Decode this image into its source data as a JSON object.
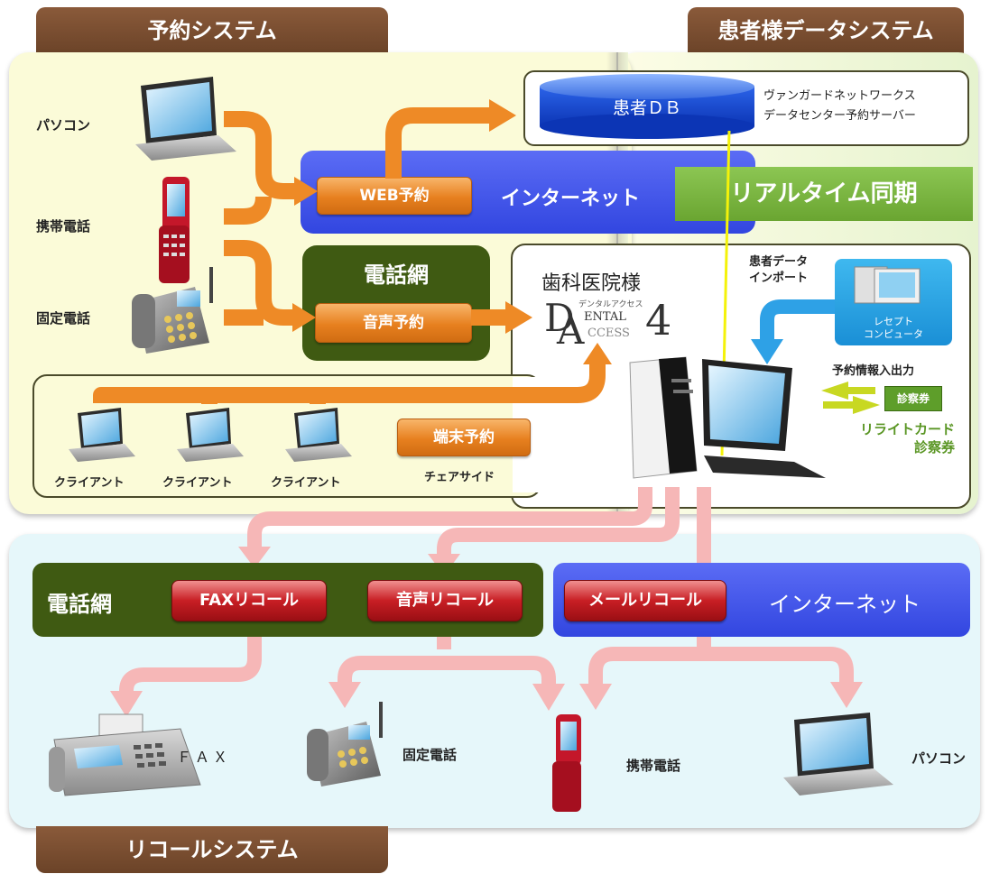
{
  "tabs": {
    "reservation": "予約システム",
    "patient_data": "患者様データシステム",
    "recall": "リコールシステム"
  },
  "devices_left": {
    "pc": "パソコン",
    "mobile": "携帯電話",
    "landline": "固定電話"
  },
  "server": {
    "db": "患者ＤＢ",
    "caption_line1": "ヴァンガードネットワークス",
    "caption_line2": "データセンター予約サーバー"
  },
  "internet_band": {
    "web_button": "WEB予約",
    "label": "インターネット",
    "sync": "リアルタイム同期"
  },
  "phone_net": {
    "label": "電話網",
    "voice_button": "音声予約"
  },
  "clinic": {
    "title": "歯科医院様",
    "logo_small": "デンタルアクセス",
    "logo_main1": "ENTAL",
    "logo_main2": "CCESS",
    "logo_num": "4",
    "import_line1": "患者データ",
    "import_line2": "インポート",
    "receipt_line1": "レセプト",
    "receipt_line2": "コンピュータ",
    "io_label": "予約情報入出力",
    "card_badge": "診察券",
    "card_line1": "リライトカード",
    "card_line2": "診察券"
  },
  "clients": {
    "c1": "クライアント",
    "c2": "クライアント",
    "c3": "クライアント",
    "terminal_button": "端末予約",
    "chairside": "チェアサイド"
  },
  "recall": {
    "phone_net": "電話網",
    "fax_button": "FAXリコール",
    "voice_button": "音声リコール",
    "mail_button": "メールリコール",
    "internet": "インターネット",
    "fax": "ＦＡＸ",
    "landline": "固定電話",
    "mobile": "携帯電話",
    "pc": "パソコン"
  },
  "colors": {
    "tab_brown": "#6b4328",
    "orange": "#ee8a26",
    "pink_arrow": "#f6b7b7",
    "internet_blue": "#4a5ef0",
    "phone_green": "#3f5a12",
    "sync_green": "#7bb540",
    "yellow_panel": "#fbfbd8",
    "green_panel": "#ecf6d8",
    "cyan_panel": "#e6f7fa"
  }
}
